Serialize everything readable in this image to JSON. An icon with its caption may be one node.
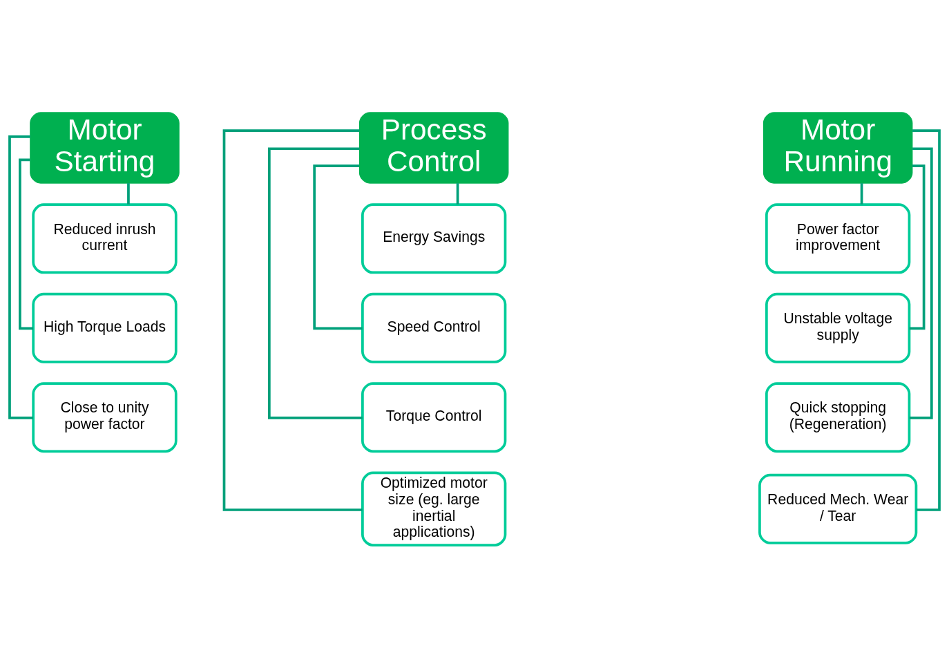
{
  "diagram": {
    "nodes": [
      {
        "text": [
          "Motor Starting"
        ]
      },
      {
        "text": [
          "Reduced inrush current"
        ]
      },
      {
        "text": [
          "High Torque Loads"
        ]
      },
      {
        "text": [
          "Close to unity power factor"
        ]
      },
      {
        "text": [
          "Process Control"
        ]
      },
      {
        "text": [
          "Energy Savings"
        ]
      },
      {
        "text": [
          "Speed Control"
        ]
      },
      {
        "text": [
          "Torque Control"
        ]
      },
      {
        "text": [
          "Optimized motor size (eg. large inertial applications)"
        ]
      },
      {
        "text": [
          "Motor Running"
        ]
      },
      {
        "text": [
          "Power factor improvement"
        ]
      },
      {
        "text": [
          "Unstable voltage supply"
        ]
      },
      {
        "text": [
          "Quick stopping (Regeneration)"
        ]
      },
      {
        "text": [
          "Reduced Mech. Wear / Tear"
        ]
      }
    ],
    "edges": [
      {
        "from": 0,
        "to": 1,
        "arrow": "none"
      },
      {
        "from": 0,
        "to": 2,
        "arrow": "none"
      },
      {
        "from": 0,
        "to": 3,
        "arrow": "none"
      },
      {
        "from": 4,
        "to": 5,
        "arrow": "none"
      },
      {
        "from": 4,
        "to": 6,
        "arrow": "none"
      },
      {
        "from": 4,
        "to": 7,
        "arrow": "none"
      },
      {
        "from": 4,
        "to": 8,
        "arrow": "none"
      },
      {
        "from": 9,
        "to": 10,
        "arrow": "none"
      },
      {
        "from": 9,
        "to": 11,
        "arrow": "none"
      },
      {
        "from": 9,
        "to": 12,
        "arrow": "none"
      },
      {
        "from": 9,
        "to": 13,
        "arrow": "none"
      }
    ]
  }
}
